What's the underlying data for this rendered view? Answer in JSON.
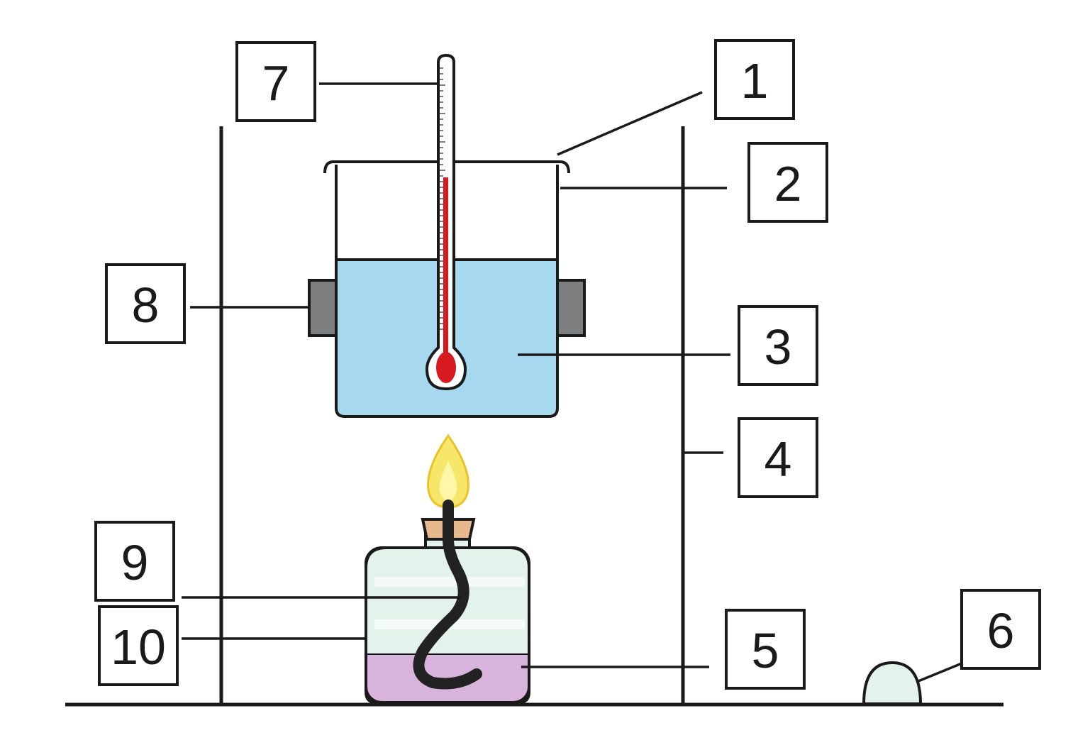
{
  "colors": {
    "water": "#a6d9f0",
    "beaker_glass": "#ffffff",
    "clamp": "#7d7e80",
    "thermometer_liquid": "#d71920",
    "flame_outer": "#f6e76a",
    "flame_inner": "#fff7a8",
    "wick": "#222222",
    "stopper": "#e8b98c",
    "lamp_glass": "#e3f3ec",
    "lamp_alcohol": "#d8b4dd",
    "cap": "#e3f3ec",
    "line": "#1a1a1a"
  },
  "labels": [
    {
      "id": "1",
      "text": "1"
    },
    {
      "id": "2",
      "text": "2"
    },
    {
      "id": "3",
      "text": "3"
    },
    {
      "id": "4",
      "text": "4"
    },
    {
      "id": "5",
      "text": "5"
    },
    {
      "id": "6",
      "text": "6"
    },
    {
      "id": "7",
      "text": "7"
    },
    {
      "id": "8",
      "text": "8"
    },
    {
      "id": "9",
      "text": "9"
    },
    {
      "id": "10",
      "text": "10"
    }
  ]
}
